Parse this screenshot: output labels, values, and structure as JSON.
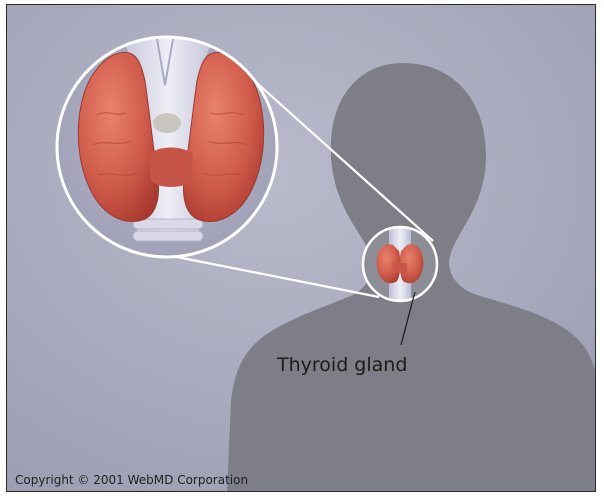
{
  "labels": {
    "thyroid": "Thyroid gland",
    "copyright": "Copyright © 2001 WebMD Corporation"
  },
  "icons": {
    "person": "person-silhouette-icon",
    "thyroid": "thyroid-illustration"
  },
  "colors": {
    "background": "#a7a8bb",
    "silhouette": "#7d7e87",
    "thyroid": "#cf5a49",
    "trachea": "#dcdbe8",
    "zoom_ring": "#ffffff",
    "border": "#2a2a2a"
  }
}
